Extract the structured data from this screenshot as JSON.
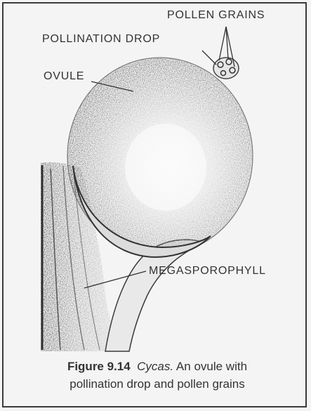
{
  "labels": {
    "pollen_grains": "POLLEN GRAINS",
    "pollination_drop": "POLLINATION DROP",
    "ovule": "OVULE",
    "megasporophyll": "MEGASPOROPHYLL"
  },
  "caption": {
    "figure_number": "Figure 9.14",
    "genus": "Cycas.",
    "line1_rest": "An ovule with",
    "line2": "pollination drop and pollen grains"
  },
  "colors": {
    "ink": "#333333",
    "background": "#f4f4f4",
    "frame": "#3a3a3a"
  }
}
